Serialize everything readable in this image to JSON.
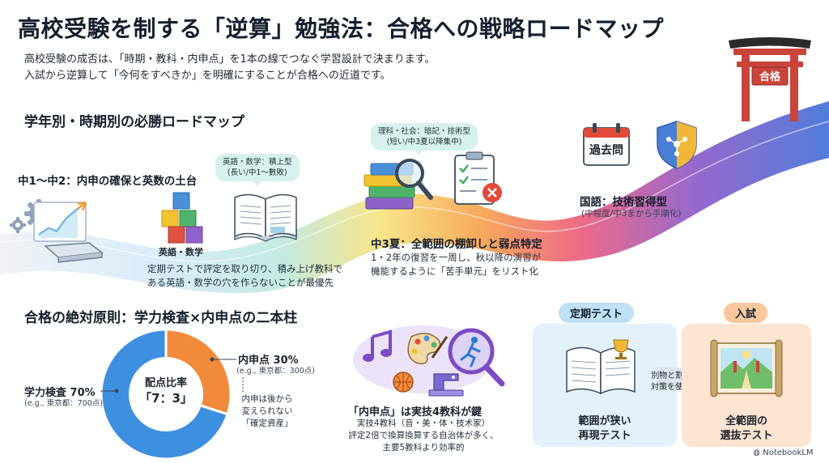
{
  "header": {
    "title": "高校受験を制する「逆算」勉強法：合格への戦略ロードマップ",
    "lead_line1": "高校受験の成否は、「時期・教科・内申点」を1本の線でつなぐ学習設計で決まります。",
    "lead_line2": "入試から逆算して「今何をすべきか」を明確にすることが合格への近道です。"
  },
  "roadmap": {
    "section_title": "学年別・時期別の必勝ロードマップ",
    "torii_label": "合格",
    "stage1": {
      "title": "中1〜中2：内申の確保と英数の土台",
      "blocks_label": "英語・数学",
      "bubble_line1": "英語・数学：積上型",
      "bubble_line2": "(長い/中1〜數敗)",
      "desc_line1": "定期テストで評定を取り切り、積み上げ教科で",
      "desc_line2": "ある英語・数学の穴を作らないことが最優先"
    },
    "stage2": {
      "title": "中3夏：全範囲の棚卸しと弱点特定",
      "bubble_line1": "理科・社会：暗記・技術型",
      "bubble_line2": "(短い/中3夏以降集中)",
      "desc_line1": "1・2年の復習を一周し、秋以降の演習が",
      "desc_line2": "機能するように「苦手単元」をリスト化"
    },
    "stage3": {
      "calendar_label": "過去問",
      "title": "国語：技術習得型",
      "sub": "(中程度/中3まから手順化)"
    }
  },
  "principles": {
    "section_title": "合格の絶対原則：学力検査×内申点の二本柱",
    "donut": {
      "center_line1": "配点比率",
      "center_line2": "「7：3」",
      "naishin_label": "内申点 30%",
      "naishin_example": "(e.g., 東京都：300点)",
      "gakuryoku_label": "学力検査 70%",
      "gakuryoku_example": "(e.g., 東京都：700点)",
      "note_line1": "内申は後から",
      "note_line2": "変えられない",
      "note_line3": "「確定資産」"
    },
    "jitsugi": {
      "title": "「内申点」は実技4教科が鍵",
      "line1": "実技4教科（音・美・体・技术家）",
      "line2": "評定2倍で換算換算する自治体が多く、",
      "line3": "主要5教科より効率的"
    }
  },
  "tests": {
    "teiki_pill": "定期テスト",
    "teiki_line1": "範囲が狭い",
    "teiki_line2": "再現テスト",
    "arrow_line1": "別物と割り切り、",
    "arrow_line2": "対策を使い分ける",
    "nyushi_pill": "入試",
    "nyushi_line1": "全範囲の",
    "nyushi_line2": "選抜テスト"
  },
  "footer": {
    "brand": "NotebookLM"
  },
  "chart_data": {
    "type": "pie",
    "categories": [
      "学力検査 70%",
      "内申点 30%"
    ],
    "values": [
      70,
      30
    ],
    "title": "配点比率",
    "colors": [
      "#3d8fe0",
      "#f28a3b"
    ]
  },
  "colors": {
    "accent_blue": "#3d8fe0",
    "accent_orange": "#f28a3b",
    "torii_red": "#c9453b",
    "bubble_teal": "#d6f1ee"
  }
}
